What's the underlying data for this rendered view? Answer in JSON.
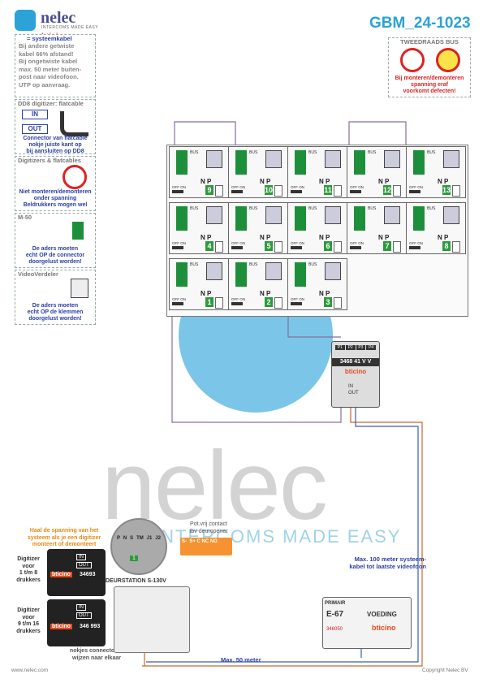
{
  "header": {
    "logo_name": "nelec",
    "logo_tagline": "INTERCOMS MADE EASY",
    "logo_brand": "bticino",
    "doc_code": "GBM_24-1023"
  },
  "notes": {
    "systeemkabel_title": "= systeemkabel",
    "systeemkabel_text": [
      "Bij andere getwiste",
      "kabel 66% afstand!",
      "Bij ongetwiste kabel",
      "max. 50 meter buiten-",
      "post naar videofoon.",
      "UTP op aanvraag."
    ],
    "dd8_title": "DD8 digitizer: flatcable",
    "dd8_in": "IN",
    "dd8_out": "OUT",
    "dd8_text": [
      "Connector van flatcable",
      "nokje juiste kant op",
      "bij aansluiten op DD8"
    ],
    "digitizers_title": "Digitizers & flatcables",
    "digitizers_text": [
      "Niet monteren/demonteren",
      "onder spanning",
      "Beldrukkers mogen wel"
    ],
    "m50_title": "M-50",
    "m50_text": [
      "De aders moeten",
      "echt OP de connector",
      "doorgelust worden!"
    ],
    "videoverdeler_title": "VideoVerdeler",
    "videoverdeler_text": [
      "De aders moeten",
      "echt OP de klemmen",
      "doorgelust worden!"
    ],
    "tweedraads_title": "TWEEDRAADS BUS",
    "tweedraads_text": [
      "Bij monteren/demonteren",
      "spanning eraf",
      "voorkomt defecten!"
    ]
  },
  "grid": {
    "bus_label": "BUS",
    "off_on": "OFF ON",
    "n_label": "N",
    "p_label": "P",
    "row1": [
      "9",
      "10",
      "11",
      "12",
      "13"
    ],
    "row2": [
      "4",
      "5",
      "6",
      "7",
      "8"
    ],
    "row3": [
      "1",
      "2",
      "3"
    ]
  },
  "videoverdeler": {
    "ports": [
      "P1",
      "P2",
      "P3",
      "P4"
    ],
    "model": "3468 41",
    "vv": "V V",
    "brand": "bticino",
    "in_label": "IN",
    "out_label": "OUT"
  },
  "lower": {
    "haal_text": [
      "Haal de spanning van het",
      "systeem als je een digitizer",
      "monteert of demonteert"
    ],
    "digitizer1_label": [
      "Digitizer",
      "voor",
      "1 t/m 8",
      "drukkers"
    ],
    "digitizer2_label": [
      "Digitizer",
      "voor",
      "9 t/m 16",
      "drukkers"
    ],
    "digitizer1_model": "34693",
    "digitizer2_model": "346 993",
    "brand": "bticino",
    "in_label": "IN",
    "out_label": "OUT",
    "nokjes_text": [
      "nokjes connectoren",
      "wijzen naar elkaar"
    ],
    "potvrij_text": [
      "Pot.vrij contact",
      "tbv deuropener"
    ],
    "terminal_labels": "S-  S+ C NC NO",
    "deurstation": "DEURSTATION S-130V",
    "plug_labels": [
      "P",
      "N",
      "S",
      "TM",
      "J1",
      "J2"
    ],
    "plug_num": "1",
    "max100_text": [
      "Max. 100 meter systeem-",
      "kabel tot laatste videofoon"
    ],
    "max50_text": "Max. 50 meter",
    "primair": "PRIMAIR",
    "e67": "E-67",
    "voeding": "VOEDING",
    "voeding_model": "346050",
    "voeding_brand": "bticino"
  },
  "watermark": {
    "text": "nelec",
    "tagline": "INTERCOMS MADE EASY"
  },
  "footer": {
    "website": "www.nelec.com",
    "copyright": "Copyright Nelec BV"
  }
}
